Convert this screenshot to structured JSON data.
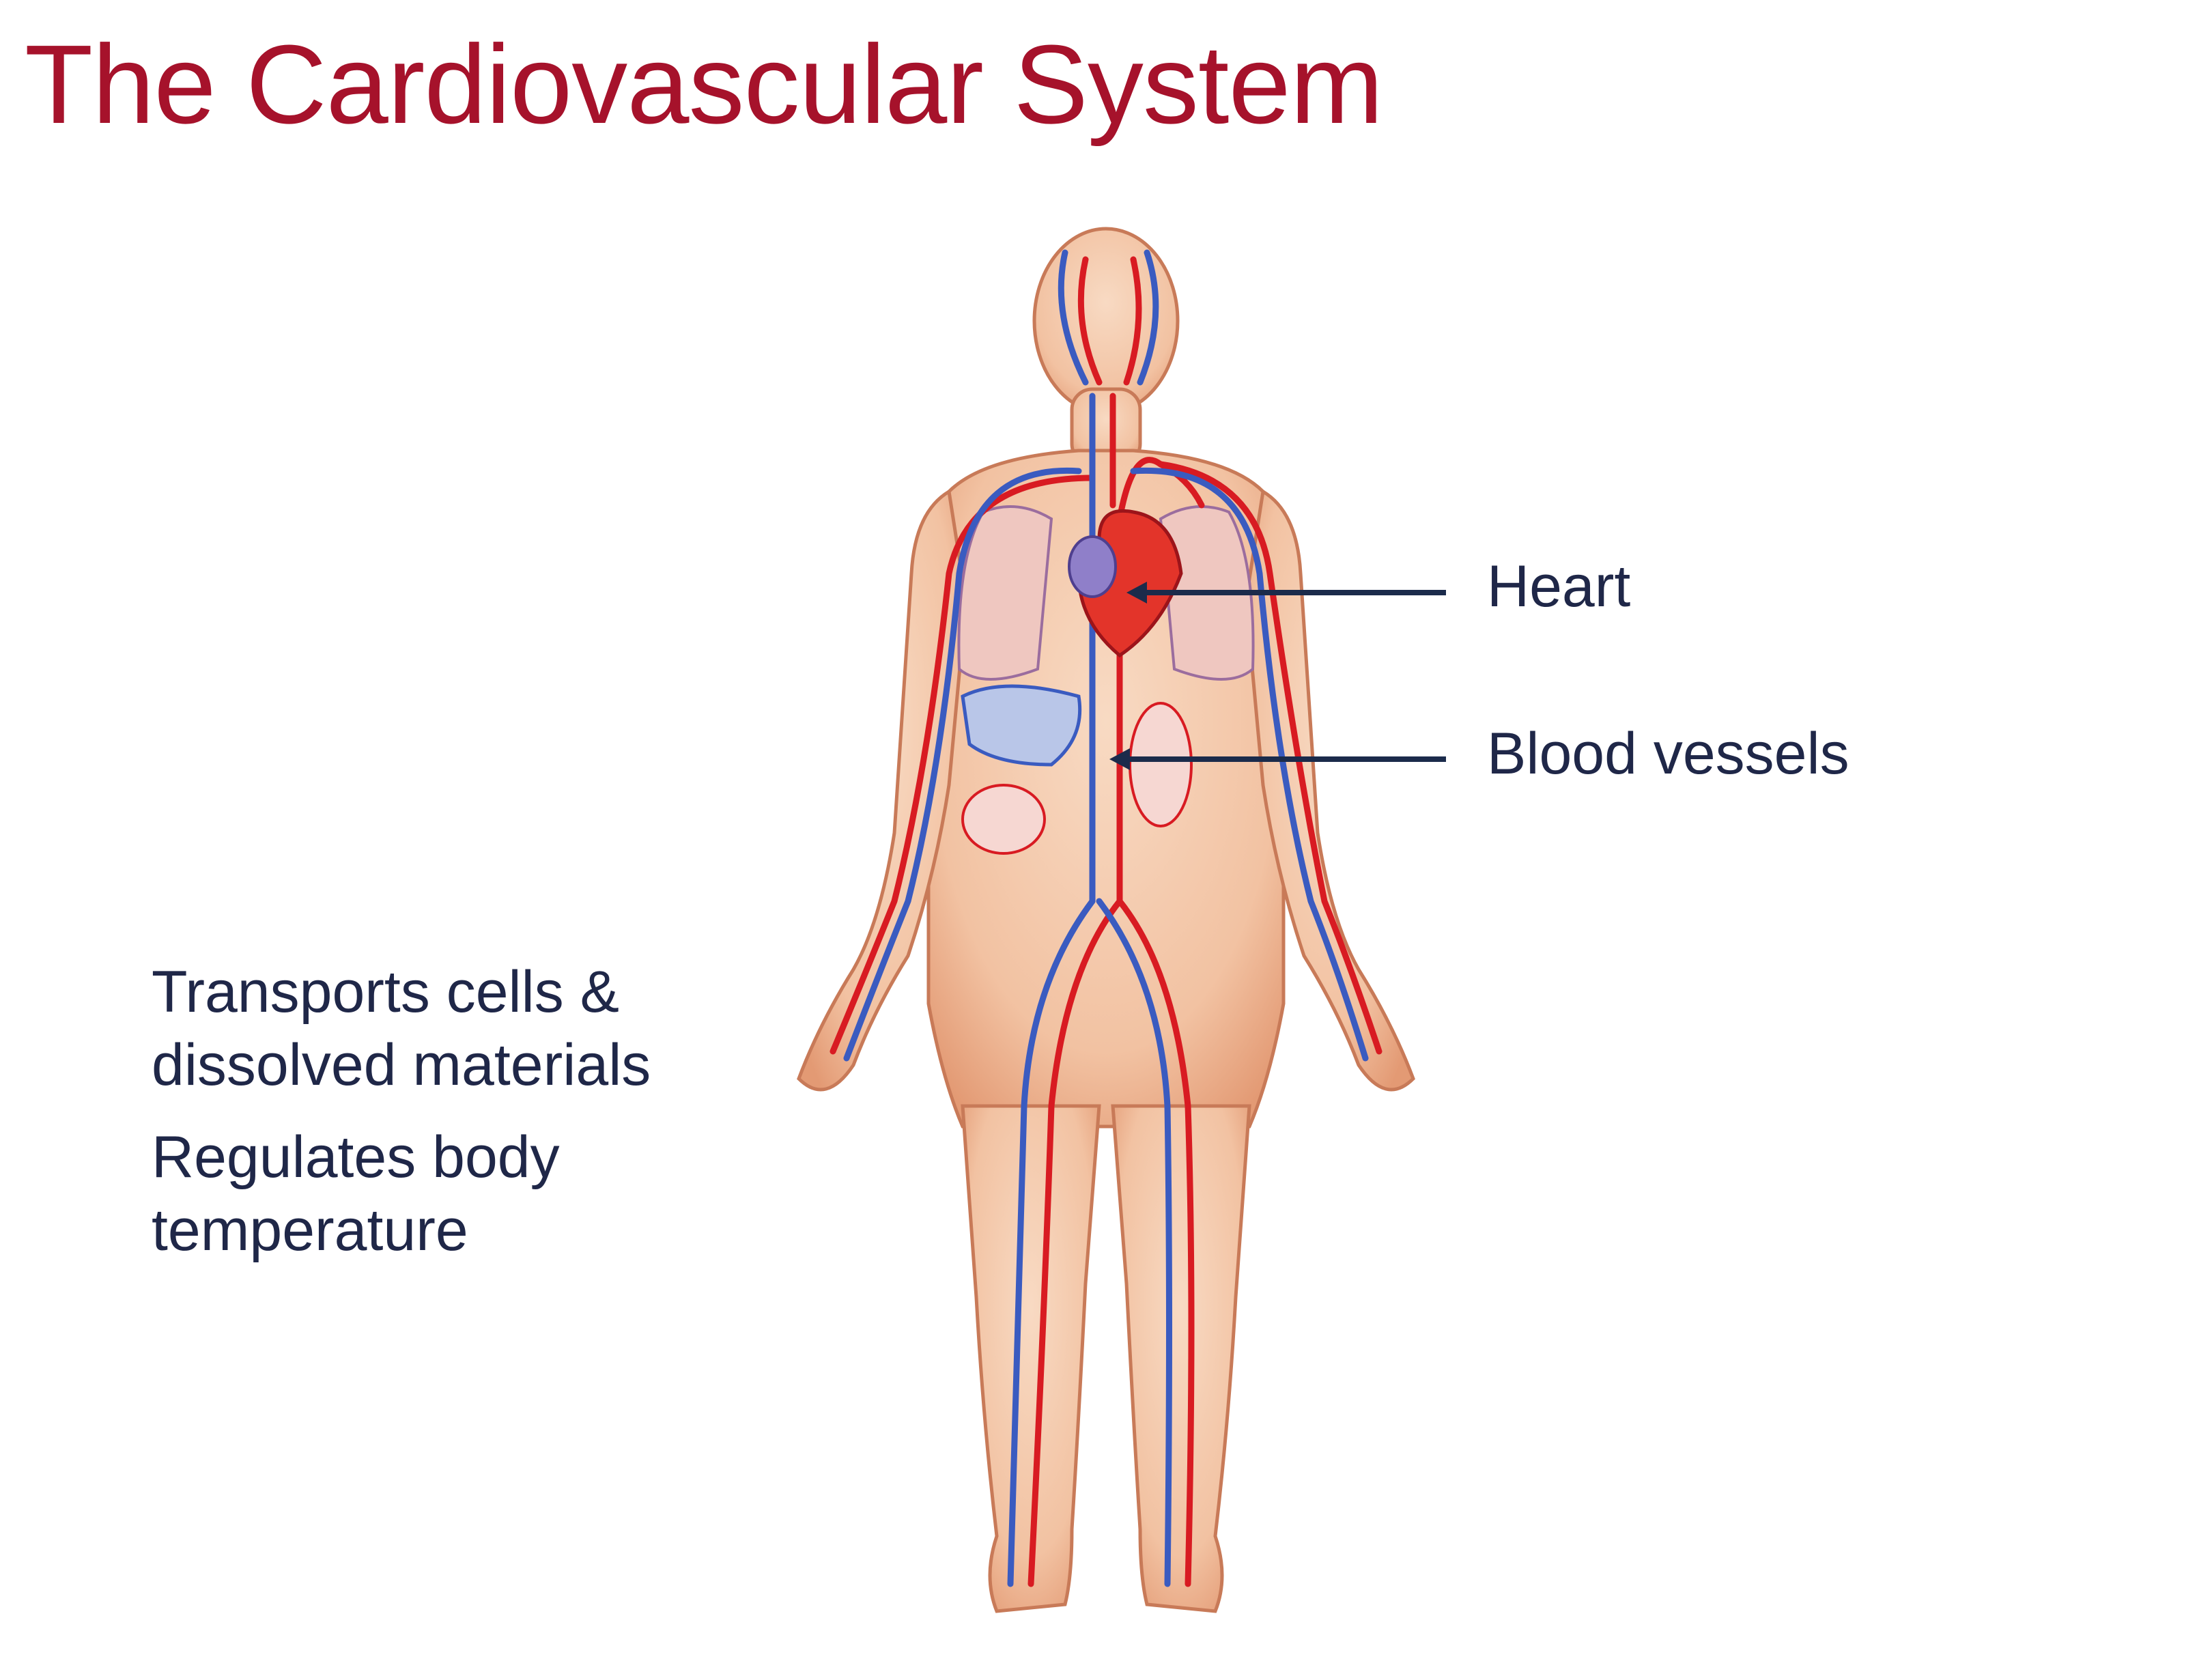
{
  "slide": {
    "title": "The Cardiovascular System"
  },
  "labels": {
    "heart": "Heart",
    "vessels": "Blood vessels"
  },
  "functions": [
    "Transports cells & dissolved materials",
    "Regulates body temperature"
  ],
  "colors": {
    "title": "#a6122b",
    "text": "#1f2748",
    "leader_line": "#1b2b4b",
    "artery": "#d81b22",
    "vein": "#3a5bc0",
    "skin": "#f3c3a2"
  }
}
